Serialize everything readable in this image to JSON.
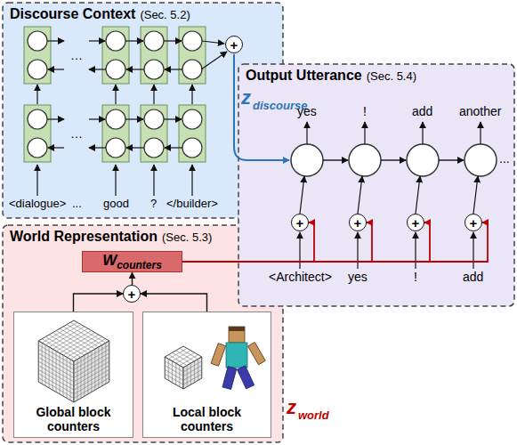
{
  "diagram": {
    "nodes": [
      {
        "text": [
          "Discourse Context",
          "(Sec. 5.2)"
        ]
      },
      {
        "text": [
          "+"
        ],
        "in": 0
      },
      {
        "text": [
          "Output Utterance",
          "(Sec. 5.4)"
        ]
      },
      {
        "text": [
          "+"
        ],
        "in": 2
      },
      {
        "text": [
          "+"
        ],
        "in": 2
      },
      {
        "text": [
          "+"
        ],
        "in": 2
      },
      {
        "text": [
          "+"
        ],
        "in": 2
      },
      {
        "text": [
          "World Representation",
          "(Sec. 5.3)"
        ]
      },
      {
        "text": [
          "W",
          "counters"
        ],
        "in": 7
      },
      {
        "text": [
          "+"
        ],
        "in": 7
      },
      {
        "text": [
          "Global block counters"
        ],
        "in": 7
      },
      {
        "text": [
          "Local block counters"
        ],
        "in": 7
      }
    ],
    "edges": [
      {
        "from": 10,
        "to": 9,
        "arrow": "to"
      },
      {
        "from": 11,
        "to": 9,
        "arrow": "to"
      },
      {
        "from": 9,
        "to": 8,
        "arrow": "to"
      },
      {
        "from": 8,
        "to": 3,
        "arrow": "to"
      },
      {
        "from": 8,
        "to": 4,
        "arrow": "to"
      },
      {
        "from": 8,
        "to": 5,
        "arrow": "to"
      },
      {
        "from": 8,
        "to": 6,
        "arrow": "to"
      }
    ],
    "labels": [
      "<dialogue>",
      "...",
      "good",
      "?",
      "</builder>",
      "…",
      "…",
      "z",
      "discourse",
      "yes",
      "!",
      "add",
      "another",
      "...",
      "<Architect>",
      "yes",
      "!",
      "add",
      "z",
      "world"
    ]
  }
}
